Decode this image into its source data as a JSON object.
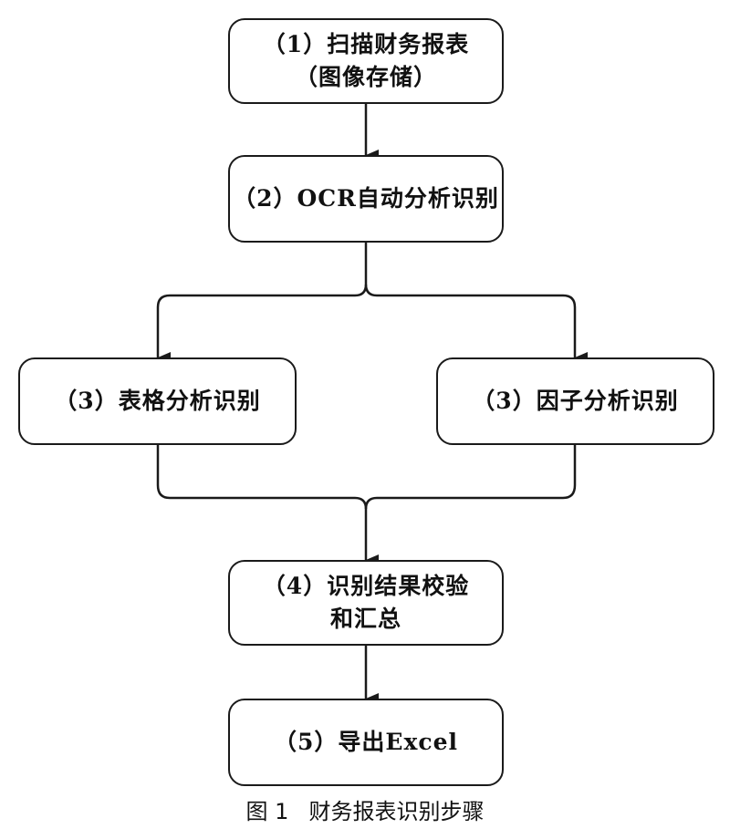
{
  "diagram": {
    "steps": [
      {
        "lines": [
          "（1）扫描财务报表",
          "（图像存储）"
        ]
      },
      {
        "lines": [
          "（2）OCR自动分析识别"
        ]
      },
      {
        "lines": [
          "（3）表格分析识别"
        ]
      },
      {
        "lines": [
          "（3）因子分析识别"
        ]
      },
      {
        "lines": [
          "（4）识别结果校验",
          "和汇总"
        ]
      },
      {
        "lines": [
          "（5）导出Excel"
        ]
      }
    ],
    "edges": [
      [
        "step-1",
        "step-2"
      ],
      [
        "step-2",
        "step-3a"
      ],
      [
        "step-2",
        "step-3b"
      ],
      [
        "step-3a",
        "step-4"
      ],
      [
        "step-3b",
        "step-4"
      ],
      [
        "step-4",
        "step-5"
      ]
    ]
  },
  "caption": {
    "figure_number": "图 1",
    "title": "财务报表识别步骤"
  }
}
